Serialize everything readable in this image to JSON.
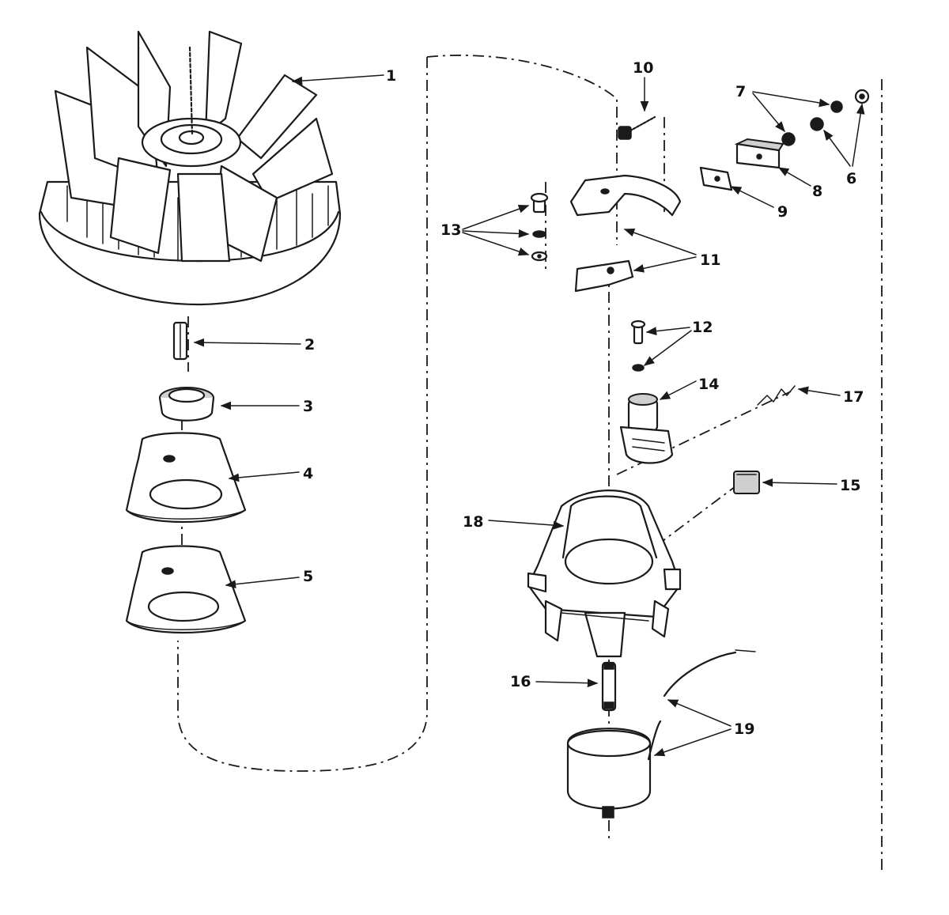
{
  "callouts": {
    "c1": "1",
    "c2": "2",
    "c3": "3",
    "c4": "4",
    "c5": "5",
    "c6": "6",
    "c7": "7",
    "c8": "8",
    "c9": "9",
    "c10": "10",
    "c11": "11",
    "c12": "12",
    "c13": "13",
    "c14": "14",
    "c15": "15",
    "c16": "16",
    "c17": "17",
    "c18": "18",
    "c19": "19"
  },
  "colors": {
    "ink": "#1a1a1a",
    "paper": "#ffffff"
  }
}
